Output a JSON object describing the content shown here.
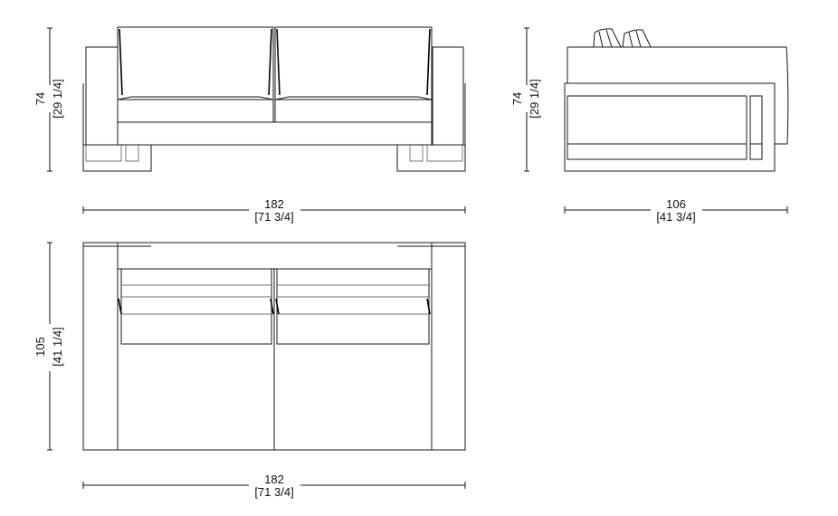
{
  "front_view": {
    "height_cm": "74",
    "height_in": "[29 1/4]",
    "width_cm": "182",
    "width_in": "[71 3/4]"
  },
  "side_view": {
    "height_cm": "74",
    "height_in": "[29 1/4]",
    "depth_cm": "106",
    "depth_in": "[41 3/4]"
  },
  "top_view": {
    "depth_cm": "105",
    "depth_in": "[41 1/4]",
    "width_cm": "182",
    "width_in": "[71 3/4]"
  }
}
